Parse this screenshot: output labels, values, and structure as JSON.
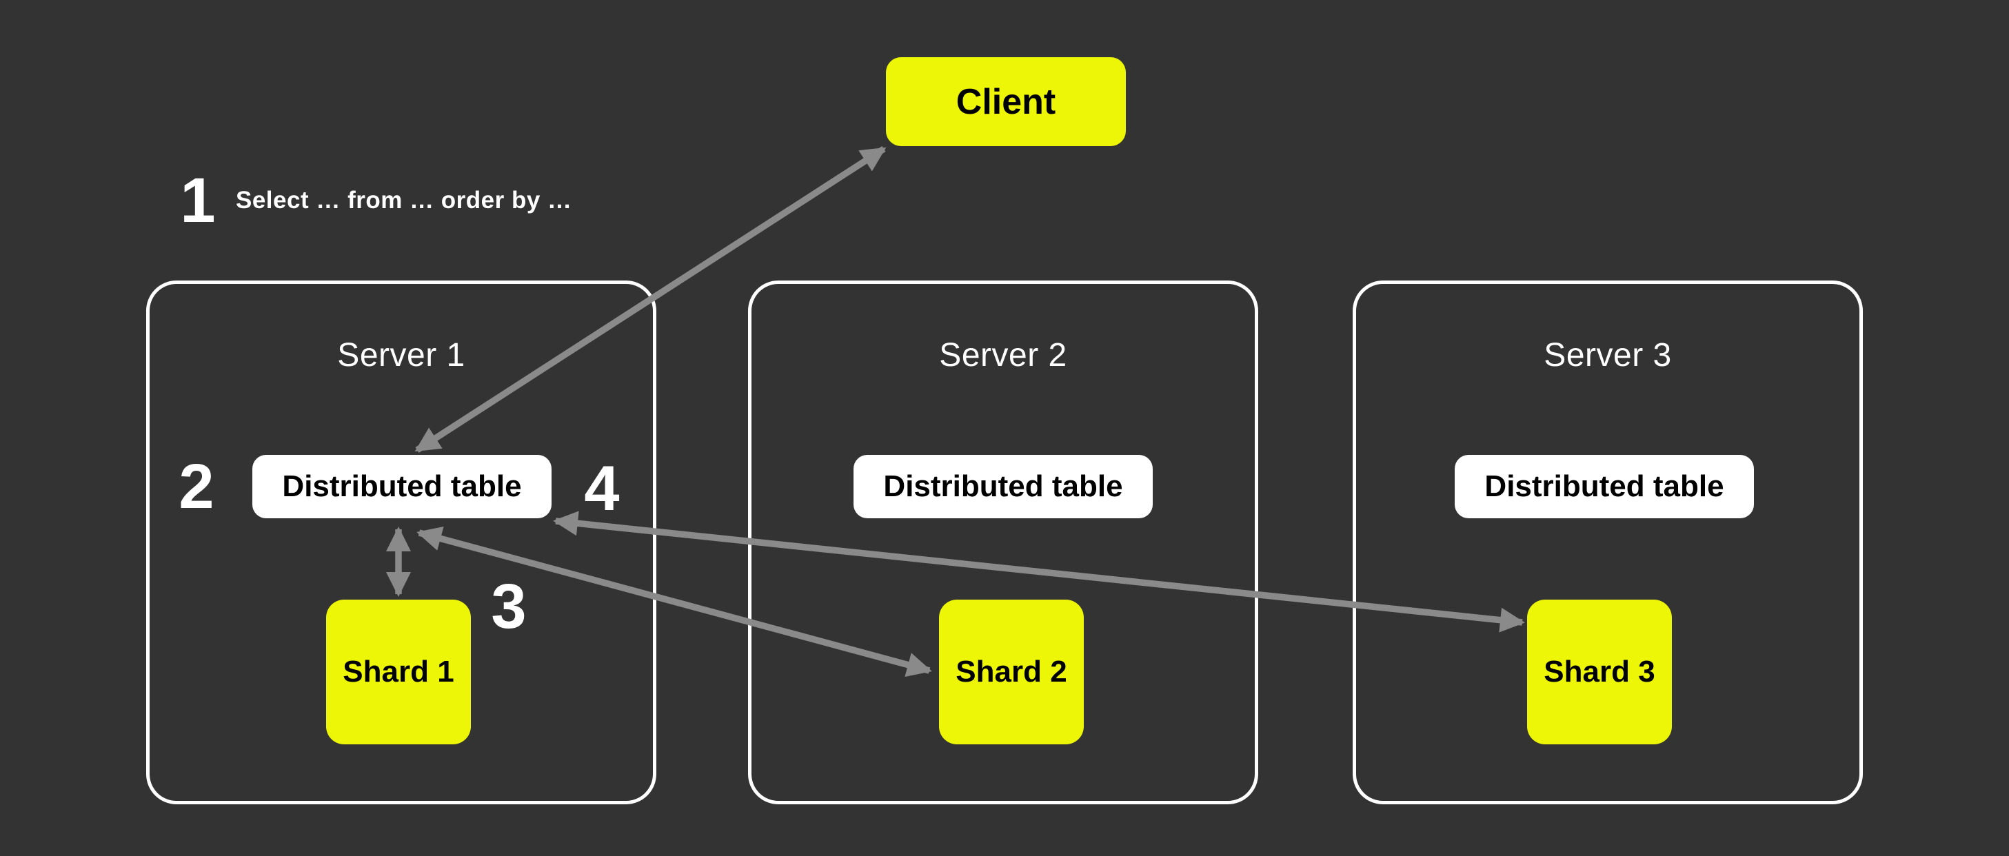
{
  "diagram": {
    "client": {
      "label": "Client"
    },
    "annotation": {
      "number": "1",
      "query": "Select … from … order by …"
    },
    "step_labels": {
      "step2": "2",
      "step3": "3",
      "step4": "4"
    },
    "servers": [
      {
        "title": "Server 1",
        "table_label": "Distributed table",
        "shard_label": "Shard 1"
      },
      {
        "title": "Server 2",
        "table_label": "Distributed table",
        "shard_label": "Shard 2"
      },
      {
        "title": "Server 3",
        "table_label": "Distributed table",
        "shard_label": "Shard 3"
      }
    ],
    "colors": {
      "background": "#333333",
      "highlight_yellow": "#edf607",
      "node_white": "#ffffff",
      "arrow_gray": "#8a8a8a",
      "server_border": "#ffffff",
      "text_on_yellow": "#000000",
      "text_on_dark": "#ffffff"
    }
  }
}
